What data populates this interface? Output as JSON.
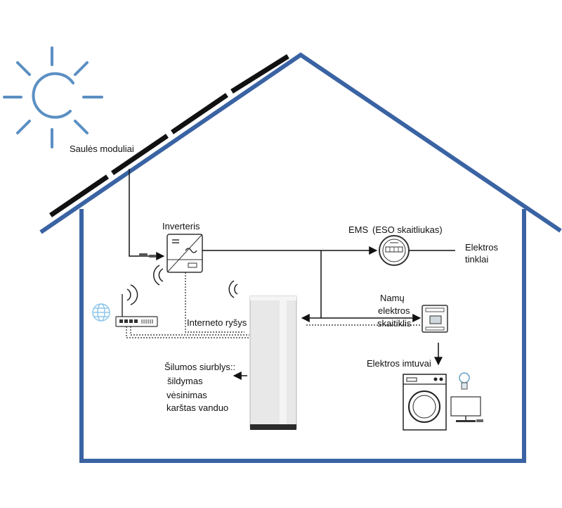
{
  "colors": {
    "house_outline": "#3a63a3",
    "sun": "#5b8fc3",
    "wire": "#111111",
    "panel": "#111111",
    "heat_pump_body": "#e6e6e6",
    "heat_pump_base": "#2b2b2b",
    "globe": "#8fc7ea"
  },
  "icons": {
    "sun": "sun-icon",
    "inverter": "inverter-icon",
    "router": "router-icon",
    "globe": "globe-icon",
    "meter": "meter-icon",
    "home_meter": "home-meter-icon",
    "heat_pump": "heat-pump-icon",
    "washing_machine": "washing-machine-icon",
    "bulb": "light-bulb-icon",
    "monitor": "monitor-icon"
  },
  "labels": {
    "solar_modules": "Saulės moduliai",
    "inverter": "Inverteris",
    "ems": "EMS",
    "eso_meter": "(ESO skaitliukas)",
    "grid_line1": "Elektros",
    "grid_line2": "tinklai",
    "home_meter_line1": "Namų",
    "home_meter_line2": "elektros",
    "home_meter_line3": "skaitiklis",
    "internet": "Interneto ryšys",
    "consumers": "Elektros imtuvai",
    "heat_pump_line1": "Šilumos siurblys::",
    "heat_pump_line2": "šildymas",
    "heat_pump_line3": "vėsinimas",
    "heat_pump_line4": "karštas vanduo"
  }
}
